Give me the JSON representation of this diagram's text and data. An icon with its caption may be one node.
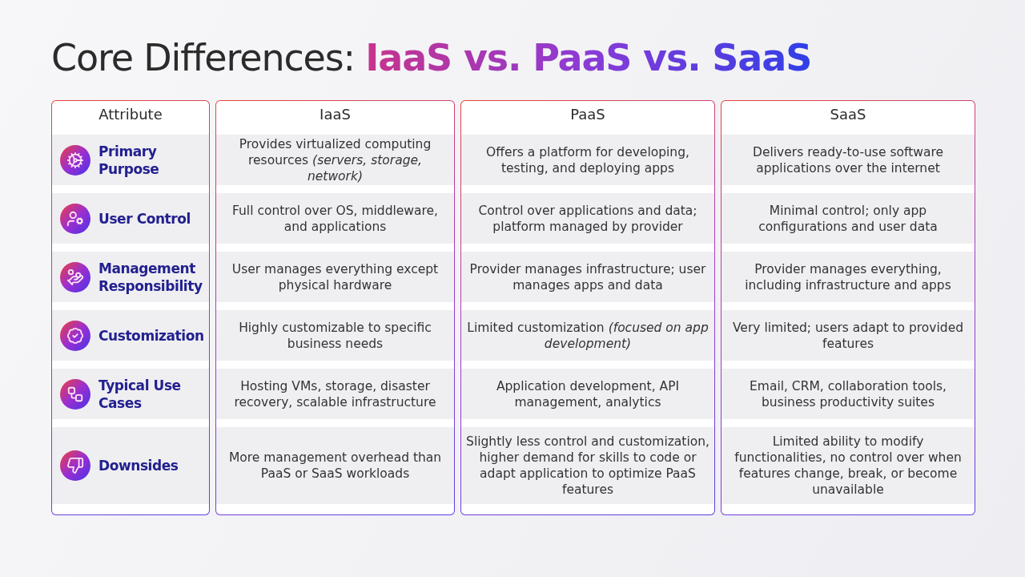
{
  "diagram": {
    "title": "Core Differences: **IaaS vs. PaaS vs. SaaS**",
    "nodes": [
      {
        "text": [
          "Attribute"
        ]
      },
      {
        "text": [
          "Primary Purpose"
        ],
        "in": 0
      },
      {
        "text": [
          "User Control"
        ],
        "in": 0
      },
      {
        "text": [
          "Management Responsibility"
        ],
        "in": 0
      },
      {
        "text": [
          "Customization"
        ],
        "in": 0
      },
      {
        "text": [
          "Typical Use Cases"
        ],
        "in": 0
      },
      {
        "text": [
          "Downsides"
        ],
        "in": 0
      },
      {
        "text": [
          "IaaS"
        ]
      },
      {
        "text": [
          "Provides virtualized computing resources *(servers, storage, network)*"
        ],
        "in": 7
      },
      {
        "text": [
          "Full control over OS, middleware, and applications"
        ],
        "in": 7
      },
      {
        "text": [
          "User manages everything except physical hardware"
        ],
        "in": 7
      },
      {
        "text": [
          "Highly customizable to specific business needs"
        ],
        "in": 7
      },
      {
        "text": [
          "Hosting VMs, storage, disaster recovery, scalable infrastructure"
        ],
        "in": 7
      },
      {
        "text": [
          "More management overhead than PaaS or SaaS workloads"
        ],
        "in": 7
      },
      {
        "text": [
          "PaaS"
        ]
      },
      {
        "text": [
          "Offers a platform for developing, testing, and deploying apps"
        ],
        "in": 14
      },
      {
        "text": [
          "Control over applications and data; platform managed by provider"
        ],
        "in": 14
      },
      {
        "text": [
          "Provider manages infrastructure; user manages apps and data"
        ],
        "in": 14
      },
      {
        "text": [
          "Limited customization *(focused on app development)*"
        ],
        "in": 14
      },
      {
        "text": [
          "Application development, API management, analytics"
        ],
        "in": 14
      },
      {
        "text": [
          "Slightly less control and customization, higher demand for skills to code or adapt application to optimize PaaS features"
        ],
        "in": 14
      },
      {
        "text": [
          "SaaS"
        ]
      },
      {
        "text": [
          "Delivers ready-to-use software applications over the internet"
        ],
        "in": 21
      },
      {
        "text": [
          "Minimal control; only app configurations and user data"
        ],
        "in": 21
      },
      {
        "text": [
          "Provider manages everything, including infrastructure and apps"
        ],
        "in": 21
      },
      {
        "text": [
          "Very limited; users adapt to provided features"
        ],
        "in": 21
      },
      {
        "text": [
          "Email, CRM, collaboration tools, business productivity suites"
        ],
        "in": 21
      },
      {
        "text": [
          "Limited ability to modify functionalities, no control over when features change, break, or become unavailable"
        ],
        "in": 21
      }
    ]
  }
}
